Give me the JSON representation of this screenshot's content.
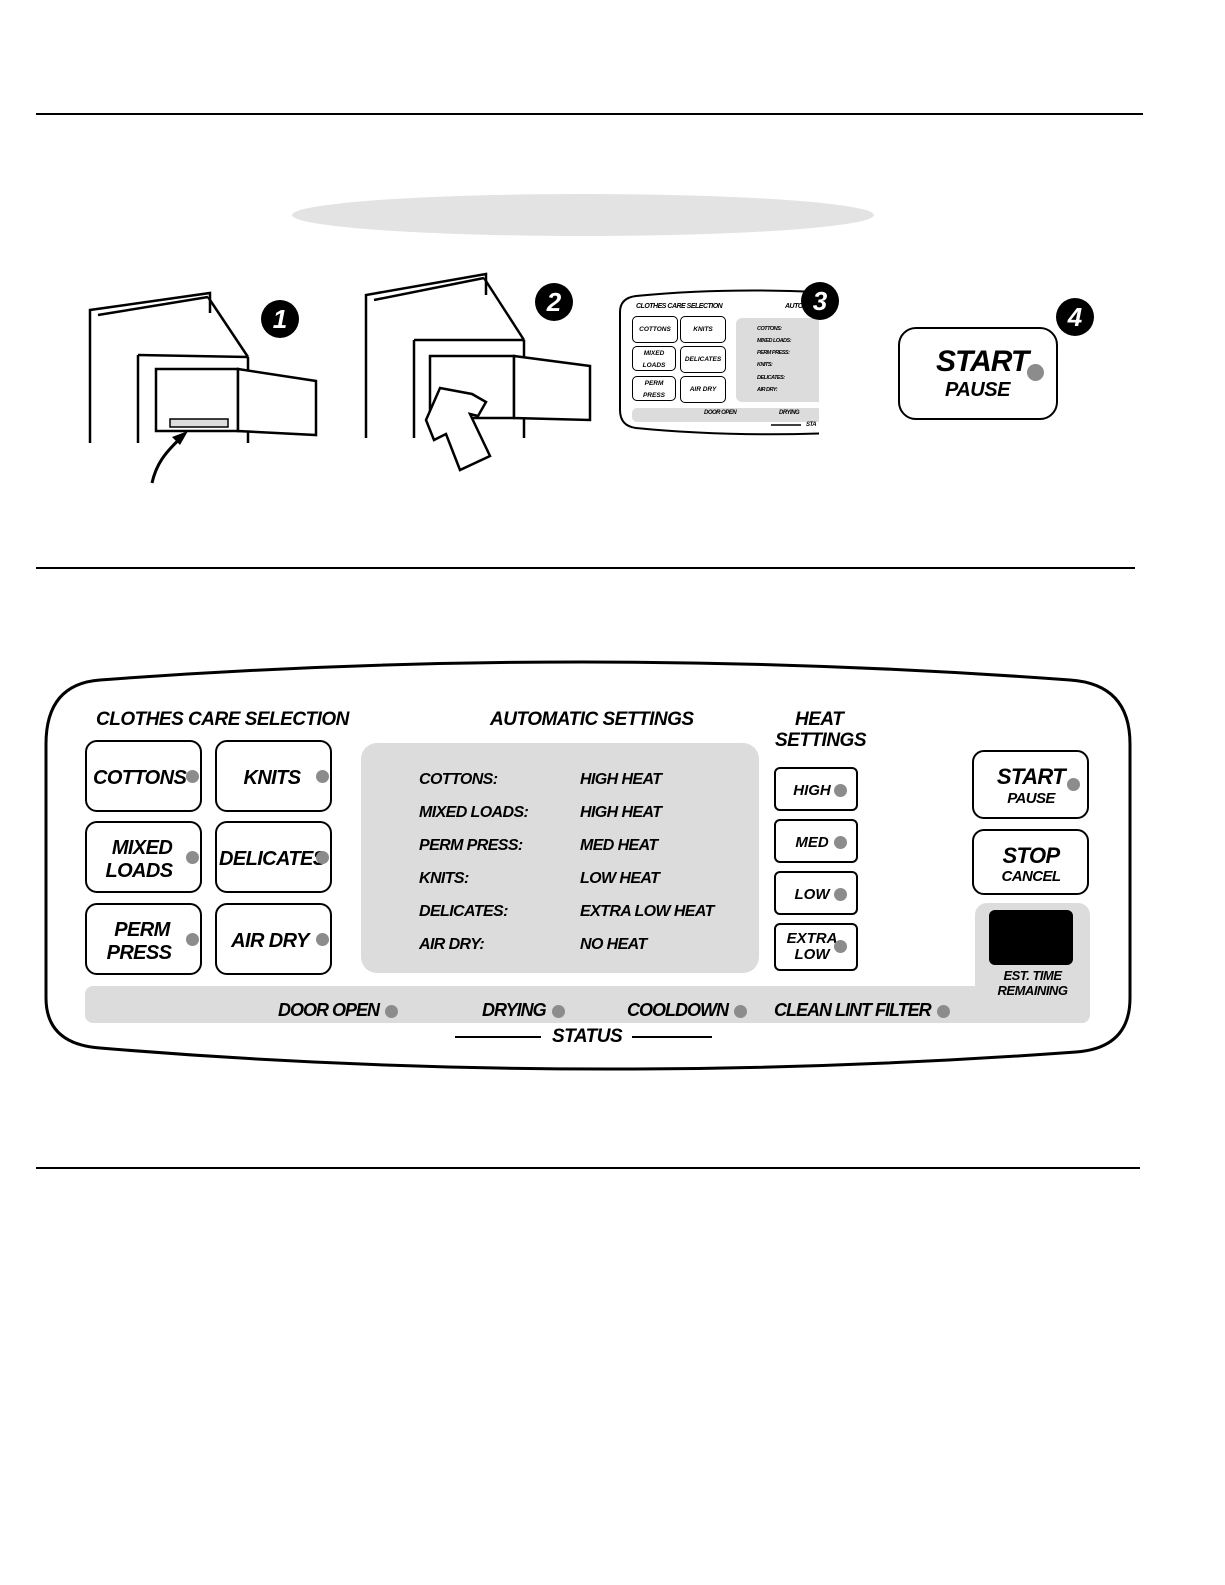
{
  "steps": [
    "1",
    "2",
    "3",
    "4"
  ],
  "thumb_panel": {
    "clothes_care_heading": "CLOTHES CARE SELECTION",
    "auto_heading": "AUTO",
    "keys": [
      "COTTONS",
      "KNITS",
      "MIXED LOADS",
      "DELICATES",
      "PERM PRESS",
      "AIR DRY"
    ],
    "settings": [
      "COTTONS:",
      "MIXED LOADS:",
      "PERM PRESS:",
      "KNITS:",
      "DELICATES:",
      "AIR DRY:"
    ],
    "status": [
      "DOOR OPEN",
      "DRYING",
      "STA"
    ]
  },
  "step4_button": {
    "main": "START",
    "sub": "PAUSE"
  },
  "panel": {
    "clothes_care_heading": "CLOTHES CARE SELECTION",
    "auto_heading": "AUTOMATIC SETTINGS",
    "heat_heading_line1": "HEAT",
    "heat_heading_line2": "SETTINGS",
    "cycles": {
      "cottons": "COTTONS",
      "knits": "KNITS",
      "mixed_1": "MIXED",
      "mixed_2": "LOADS",
      "delicates": "DELICATES",
      "perm_1": "PERM",
      "perm_2": "PRESS",
      "air_dry": "AIR DRY"
    },
    "auto_settings": [
      {
        "cycle": "COTTONS:",
        "heat": "HIGH HEAT"
      },
      {
        "cycle": "MIXED LOADS:",
        "heat": "HIGH HEAT"
      },
      {
        "cycle": "PERM PRESS:",
        "heat": "MED HEAT"
      },
      {
        "cycle": "KNITS:",
        "heat": "LOW HEAT"
      },
      {
        "cycle": "DELICATES:",
        "heat": "EXTRA LOW HEAT"
      },
      {
        "cycle": "AIR DRY:",
        "heat": "NO HEAT"
      }
    ],
    "heat": {
      "high": "HIGH",
      "med": "MED",
      "low": "LOW",
      "extra_1": "EXTRA",
      "extra_2": "LOW"
    },
    "start_main": "START",
    "start_sub": "PAUSE",
    "stop_main": "STOP",
    "stop_sub": "CANCEL",
    "time_label_1": "EST. TIME",
    "time_label_2": "REMAINING",
    "status_items": {
      "door_open": "DOOR OPEN",
      "drying": "DRYING",
      "cooldown": "COOLDOWN",
      "clean_lint": "CLEAN LINT FILTER"
    },
    "status_label": "STATUS"
  },
  "colors": {
    "led": "#8c8c8c",
    "panel_gray": "#dcdcdc",
    "banner": "#e3e3e3"
  }
}
